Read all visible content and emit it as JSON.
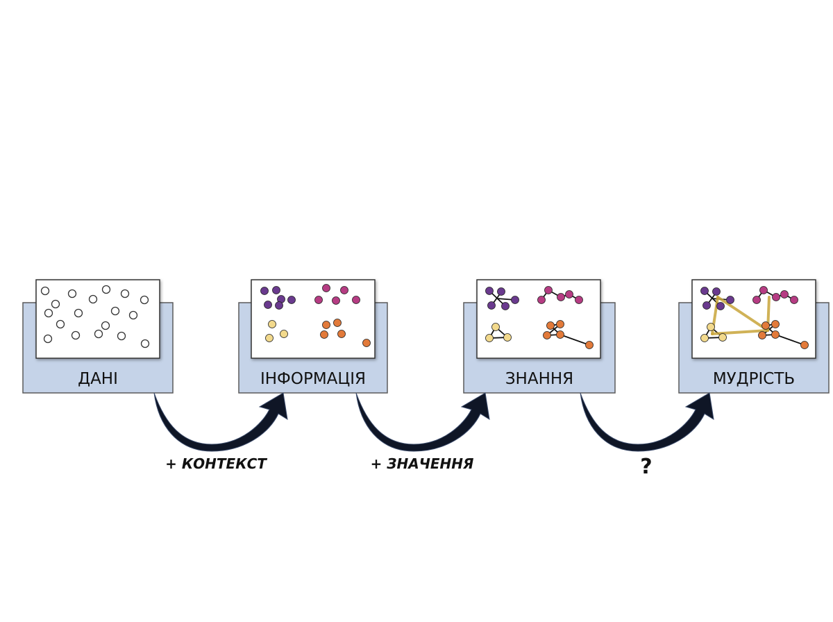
{
  "stages": [
    {
      "id": "data",
      "label": "ДАНІ"
    },
    {
      "id": "information",
      "label": "ІНФОРМАЦІЯ"
    },
    {
      "id": "knowledge",
      "label": "ЗНАННЯ"
    },
    {
      "id": "wisdom",
      "label": "МУДРІСТЬ"
    }
  ],
  "transitions": [
    {
      "label": "+ КОНТЕКСТ"
    },
    {
      "label": "+ ЗНАЧЕННЯ"
    },
    {
      "label": "?"
    }
  ],
  "colors": {
    "box_fill": "#c5d3e8",
    "box_stroke": "#5a5a5a",
    "card_fill": "#ffffff",
    "arrow_fill": "#0f1626",
    "purple": "#6a3a8e",
    "magenta": "#b63c83",
    "yellow": "#f2d98c",
    "orange": "#e27a3a",
    "wisdom_link": "#c8a53a"
  }
}
